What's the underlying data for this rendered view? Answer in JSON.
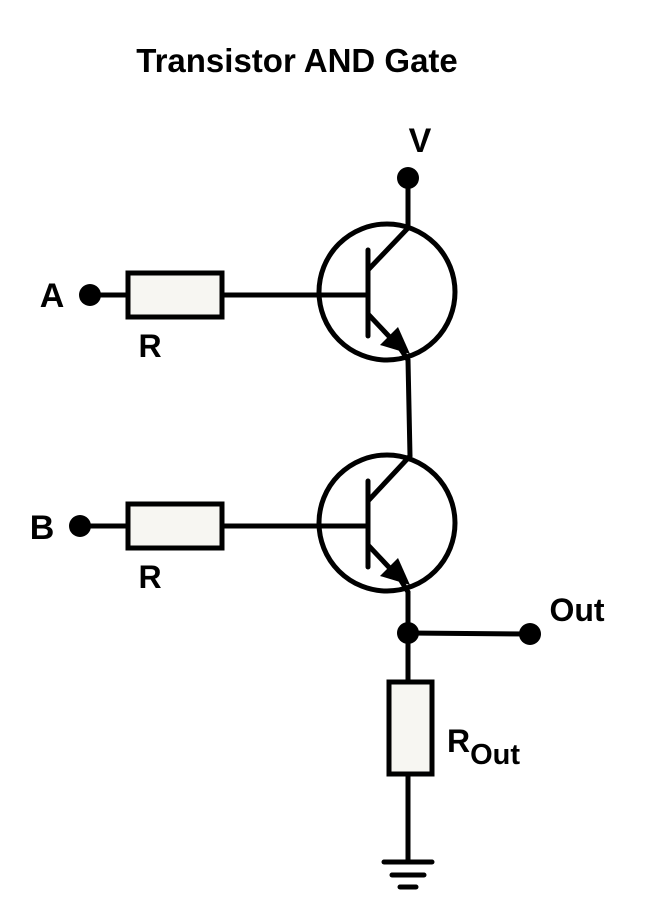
{
  "title": "Transistor AND Gate",
  "labels": {
    "supply": "V",
    "input_a": "A",
    "input_b": "B",
    "resistor_a": "R",
    "resistor_b": "R",
    "output": "Out",
    "output_resistor_main": "R",
    "output_resistor_sub": "Out"
  },
  "colors": {
    "line": "#000000",
    "resistor_fill": "#f7f6f2",
    "background": "#ffffff"
  }
}
